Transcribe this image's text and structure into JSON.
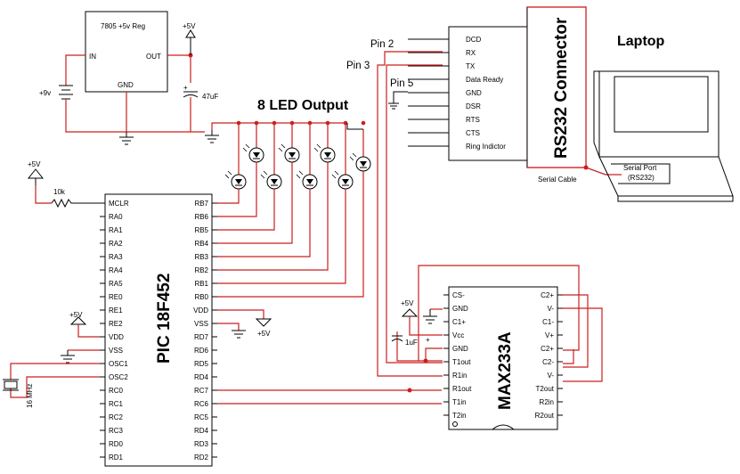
{
  "regulator": {
    "label": "7805 +5v Reg",
    "in": "IN",
    "out": "OUT",
    "gnd": "GND"
  },
  "supply": {
    "vin": "+9v",
    "vout": "+5V",
    "cap": "47uF"
  },
  "led_title": "8 LED Output",
  "pic": {
    "name": "PIC 18F452",
    "left_pins": [
      "MCLR",
      "RA0",
      "RA1",
      "RA2",
      "RA3",
      "RA4",
      "RA5",
      "RE0",
      "RE1",
      "RE2",
      "VDD",
      "VSS",
      "OSC1",
      "OSC2",
      "RC0",
      "RC1",
      "RC2",
      "RC3",
      "RD0",
      "RD1"
    ],
    "right_pins": [
      "RB7",
      "RB6",
      "RB5",
      "RB4",
      "RB3",
      "RB2",
      "RB1",
      "RB0",
      "VDD",
      "VSS",
      "RD7",
      "RD6",
      "RD5",
      "RD4",
      "RC7",
      "RC6",
      "RC5",
      "RD4",
      "RD3",
      "RD2"
    ]
  },
  "mclr": {
    "vcc": "+5V",
    "resistor": "10k"
  },
  "vdd_left": "+5V",
  "vdd_right": "+5V",
  "crystal": "16 MHz",
  "rs232": {
    "title": "RS232 Connector",
    "pins": [
      "DCD",
      "RX",
      "TX",
      "Data Ready",
      "GND",
      "DSR",
      "RTS",
      "CTS",
      "Ring Indictor"
    ],
    "pin2": "Pin 2",
    "pin3": "Pin 3",
    "pin5": "Pin 5",
    "cable": "Serial Cable"
  },
  "laptop": {
    "title": "Laptop",
    "port_line1": "Serial Port",
    "port_line2": "(RS232)"
  },
  "max233": {
    "name": "MAX233A",
    "left_pins": [
      "CS-",
      "GND",
      "C1+",
      "Vcc",
      "GND",
      "T1out",
      "R1in",
      "R1out",
      "T1in",
      "T2in"
    ],
    "right_pins": [
      "C2+",
      "V-",
      "C1-",
      "V+",
      "C2+",
      "C2-",
      "V-",
      "T2out",
      "R2in",
      "R2out"
    ],
    "vcc": "+5V",
    "cap": "1uF"
  }
}
